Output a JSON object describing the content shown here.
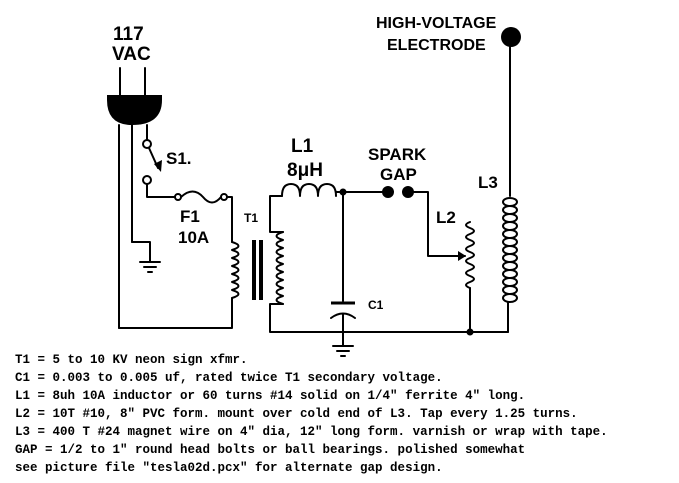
{
  "labels": {
    "supply_line1": "117",
    "supply_line2": "VAC",
    "switch": "S1.",
    "fuse_name": "F1",
    "fuse_rating": "10A",
    "transformer": "T1",
    "inductor_name": "L1",
    "inductor_value": "8μH",
    "spark_gap_line1": "SPARK",
    "spark_gap_line2": "GAP",
    "capacitor": "C1",
    "coil_l2": "L2",
    "coil_l3": "L3",
    "electrode_line1": "HIGH-VOLTAGE",
    "electrode_line2": "ELECTRODE"
  },
  "notes": [
    "T1 = 5 to 10 KV neon sign xfmr.",
    "C1 = 0.003 to 0.005 uf, rated twice T1 secondary voltage.",
    "L1 = 8uh 10A inductor or 60 turns #14 solid on 1/4\" ferrite 4\" long.",
    "L2 = 10T #10, 8\" PVC form. mount over cold end of L3. Tap every 1.25 turns.",
    "L3 = 400 T #24 magnet wire on 4\" dia, 12\" long form. varnish or wrap with tape.",
    "GAP = 1/2 to 1\" round head bolts or ball bearings. polished somewhat",
    "see picture file \"tesla02d.pcx\" for alternate gap design."
  ]
}
